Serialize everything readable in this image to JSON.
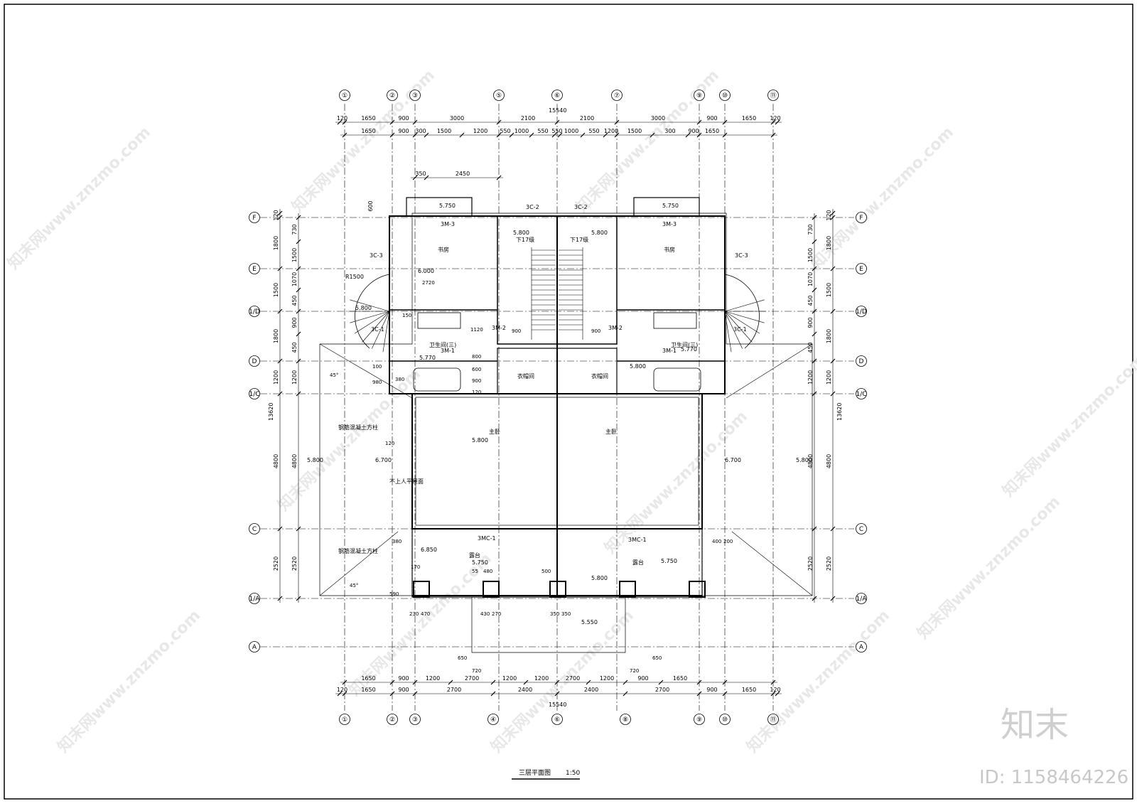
{
  "drawing": {
    "title": "三层平面图",
    "scale": "1:50",
    "overall_width": "15540",
    "overall_depth": "13620"
  },
  "axes_vertical": [
    "①",
    "②",
    "③",
    "⑤",
    "⑥",
    "⑦",
    "⑨",
    "⑩",
    "⑪"
  ],
  "axes_vertical_bottom": [
    "①",
    "②",
    "③",
    "④",
    "⑥",
    "⑧",
    "⑨",
    "⑩",
    "⑪"
  ],
  "axes_horizontal": [
    "F",
    "E",
    "1/D",
    "D",
    "1/C",
    "C",
    "1/A",
    "A"
  ],
  "dims_top_1": [
    "120",
    "1650",
    "900",
    "3000",
    "2100",
    "2100",
    "3000",
    "900",
    "1650",
    "120"
  ],
  "dims_top_2": [
    "1650",
    "900",
    "300",
    "1500",
    "1200",
    "550",
    "1000",
    "550",
    "550",
    "1000",
    "550",
    "1200",
    "1500",
    "300",
    "900",
    "1650"
  ],
  "dim_top_350": "350",
  "dim_top_2450": "2450",
  "dim_top_600": "600",
  "dims_bottom_1": [
    "1650",
    "900",
    "1200",
    "2700",
    "1200",
    "1200",
    "2700",
    "1200",
    "900",
    "1650"
  ],
  "dims_bottom_2": [
    "120",
    "1650",
    "900",
    "2700",
    "2400",
    "2400",
    "2700",
    "900",
    "1650",
    "120"
  ],
  "dims_left_outer": [
    "120",
    "1800",
    "1500",
    "1800",
    "1200",
    "4800",
    "2520"
  ],
  "dims_left_inner": [
    "730",
    "1500",
    "1070",
    "450",
    "900",
    "450",
    "1200",
    "4800",
    "2520"
  ],
  "rooms": {
    "study": "书房",
    "bath": "卫生间(三)",
    "master": "主卧",
    "closet": "衣帽间",
    "terrace": "露台",
    "stair_down": "下17级",
    "roof_note": "不上人平屋面",
    "column_note": "钢筋混凝土方柱"
  },
  "tags": {
    "door_3m3": "3M-3",
    "door_3m2": "3M-2",
    "door_3m1": "3M-1",
    "win_3c2": "3C-2",
    "win_3c3": "3C-3",
    "win_3c1": "3C-1",
    "win_3mc1": "3MC-1",
    "r1500": "R1500"
  },
  "levels": {
    "l5750": "5.750",
    "l5800": "5.800",
    "l6000": "6.000",
    "l5770": "5.770",
    "l6700": "6.700",
    "l6850": "6.850",
    "l5550": "5.550"
  },
  "misc_dims": {
    "d2720": "2720",
    "d150": "150",
    "d1120": "1120",
    "d900": "900",
    "d800": "800",
    "d600": "600",
    "d150b": "150",
    "d120": "120",
    "d980": "980",
    "d380": "380",
    "d100": "100",
    "d45": "45°",
    "d720": "720",
    "d650": "650",
    "d400": "400",
    "d200": "200",
    "d480": "480",
    "d55": "55",
    "d430": "430",
    "d270": "270",
    "d350": "350",
    "d230": "230",
    "d470": "470",
    "d170": "170",
    "d590": "590",
    "d500": "500"
  },
  "watermark": {
    "text": "知末网www.znzmo.com",
    "brand": "知末",
    "id": "ID: 1158464226"
  }
}
